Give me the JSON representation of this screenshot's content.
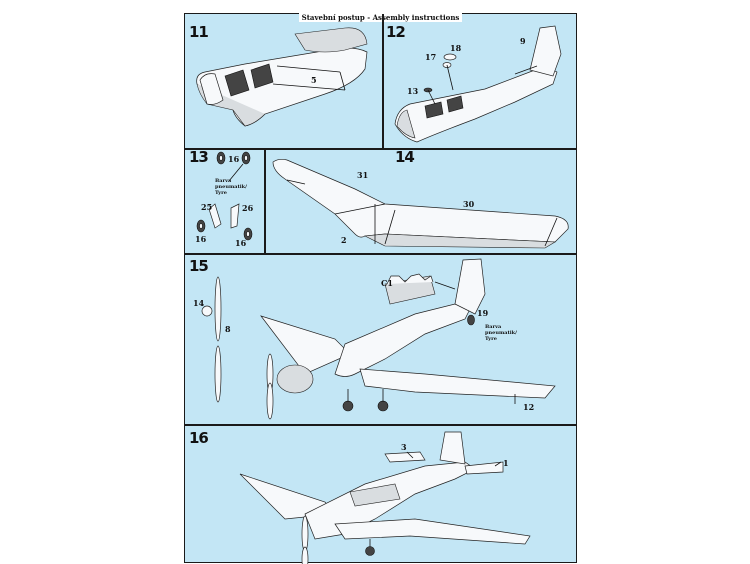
{
  "header": "Stavební postup - Assembly instructions",
  "steps": [
    {
      "number": "11",
      "parts": [
        "5"
      ]
    },
    {
      "number": "12",
      "parts": [
        "17",
        "18",
        "9",
        "13"
      ]
    },
    {
      "number": "13",
      "parts": [
        "16",
        "25",
        "26",
        "16",
        "16"
      ],
      "note": "Barva pneumatik/ Tyre"
    },
    {
      "number": "14",
      "parts": [
        "31",
        "30",
        "2"
      ]
    },
    {
      "number": "15",
      "parts": [
        "C1",
        "14",
        "8",
        "19",
        "12"
      ],
      "note": "Barva pneumatik/ Tyre"
    },
    {
      "number": "16",
      "parts": [
        "3",
        "1"
      ]
    }
  ],
  "note_lines": [
    "Barva",
    "pneumatik/",
    "Tyre"
  ]
}
